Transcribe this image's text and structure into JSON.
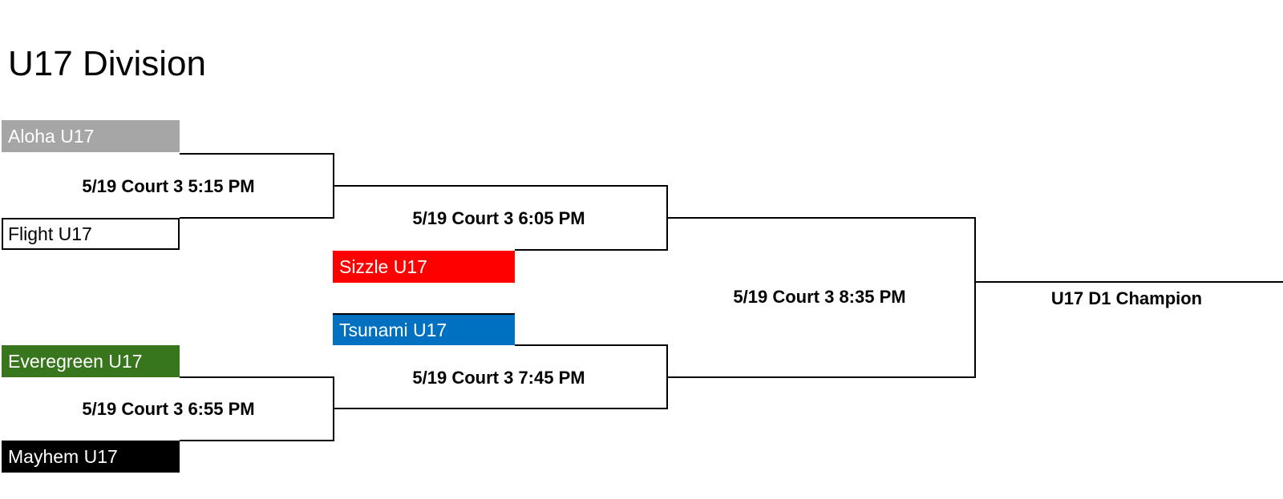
{
  "title": "U17 Division",
  "teams": [
    {
      "name": "Aloha U17",
      "color": "#a6a6a6",
      "text_color": "#ffffff"
    },
    {
      "name": "Flight U17",
      "color": "#ffffff",
      "text_color": "#000000"
    },
    {
      "name": "Sizzle U17",
      "color": "#ff0000",
      "text_color": "#ffffff"
    },
    {
      "name": "Tsunami U17",
      "color": "#0070c0",
      "text_color": "#ffffff"
    },
    {
      "name": "Everegreen U17",
      "color": "#38761d",
      "text_color": "#ffffff"
    },
    {
      "name": "Mayhem U17",
      "color": "#000000",
      "text_color": "#ffffff"
    }
  ],
  "games": [
    {
      "label": "5/19 Court 3 5:15 PM"
    },
    {
      "label": "5/19 Court 3 6:05 PM"
    },
    {
      "label": "5/19 Court 3 6:55 PM"
    },
    {
      "label": "5/19 Court 3 7:45 PM"
    },
    {
      "label": "5/19 Court 3 8:35 PM"
    }
  ],
  "champion": {
    "label": "U17 D1 Champion"
  }
}
